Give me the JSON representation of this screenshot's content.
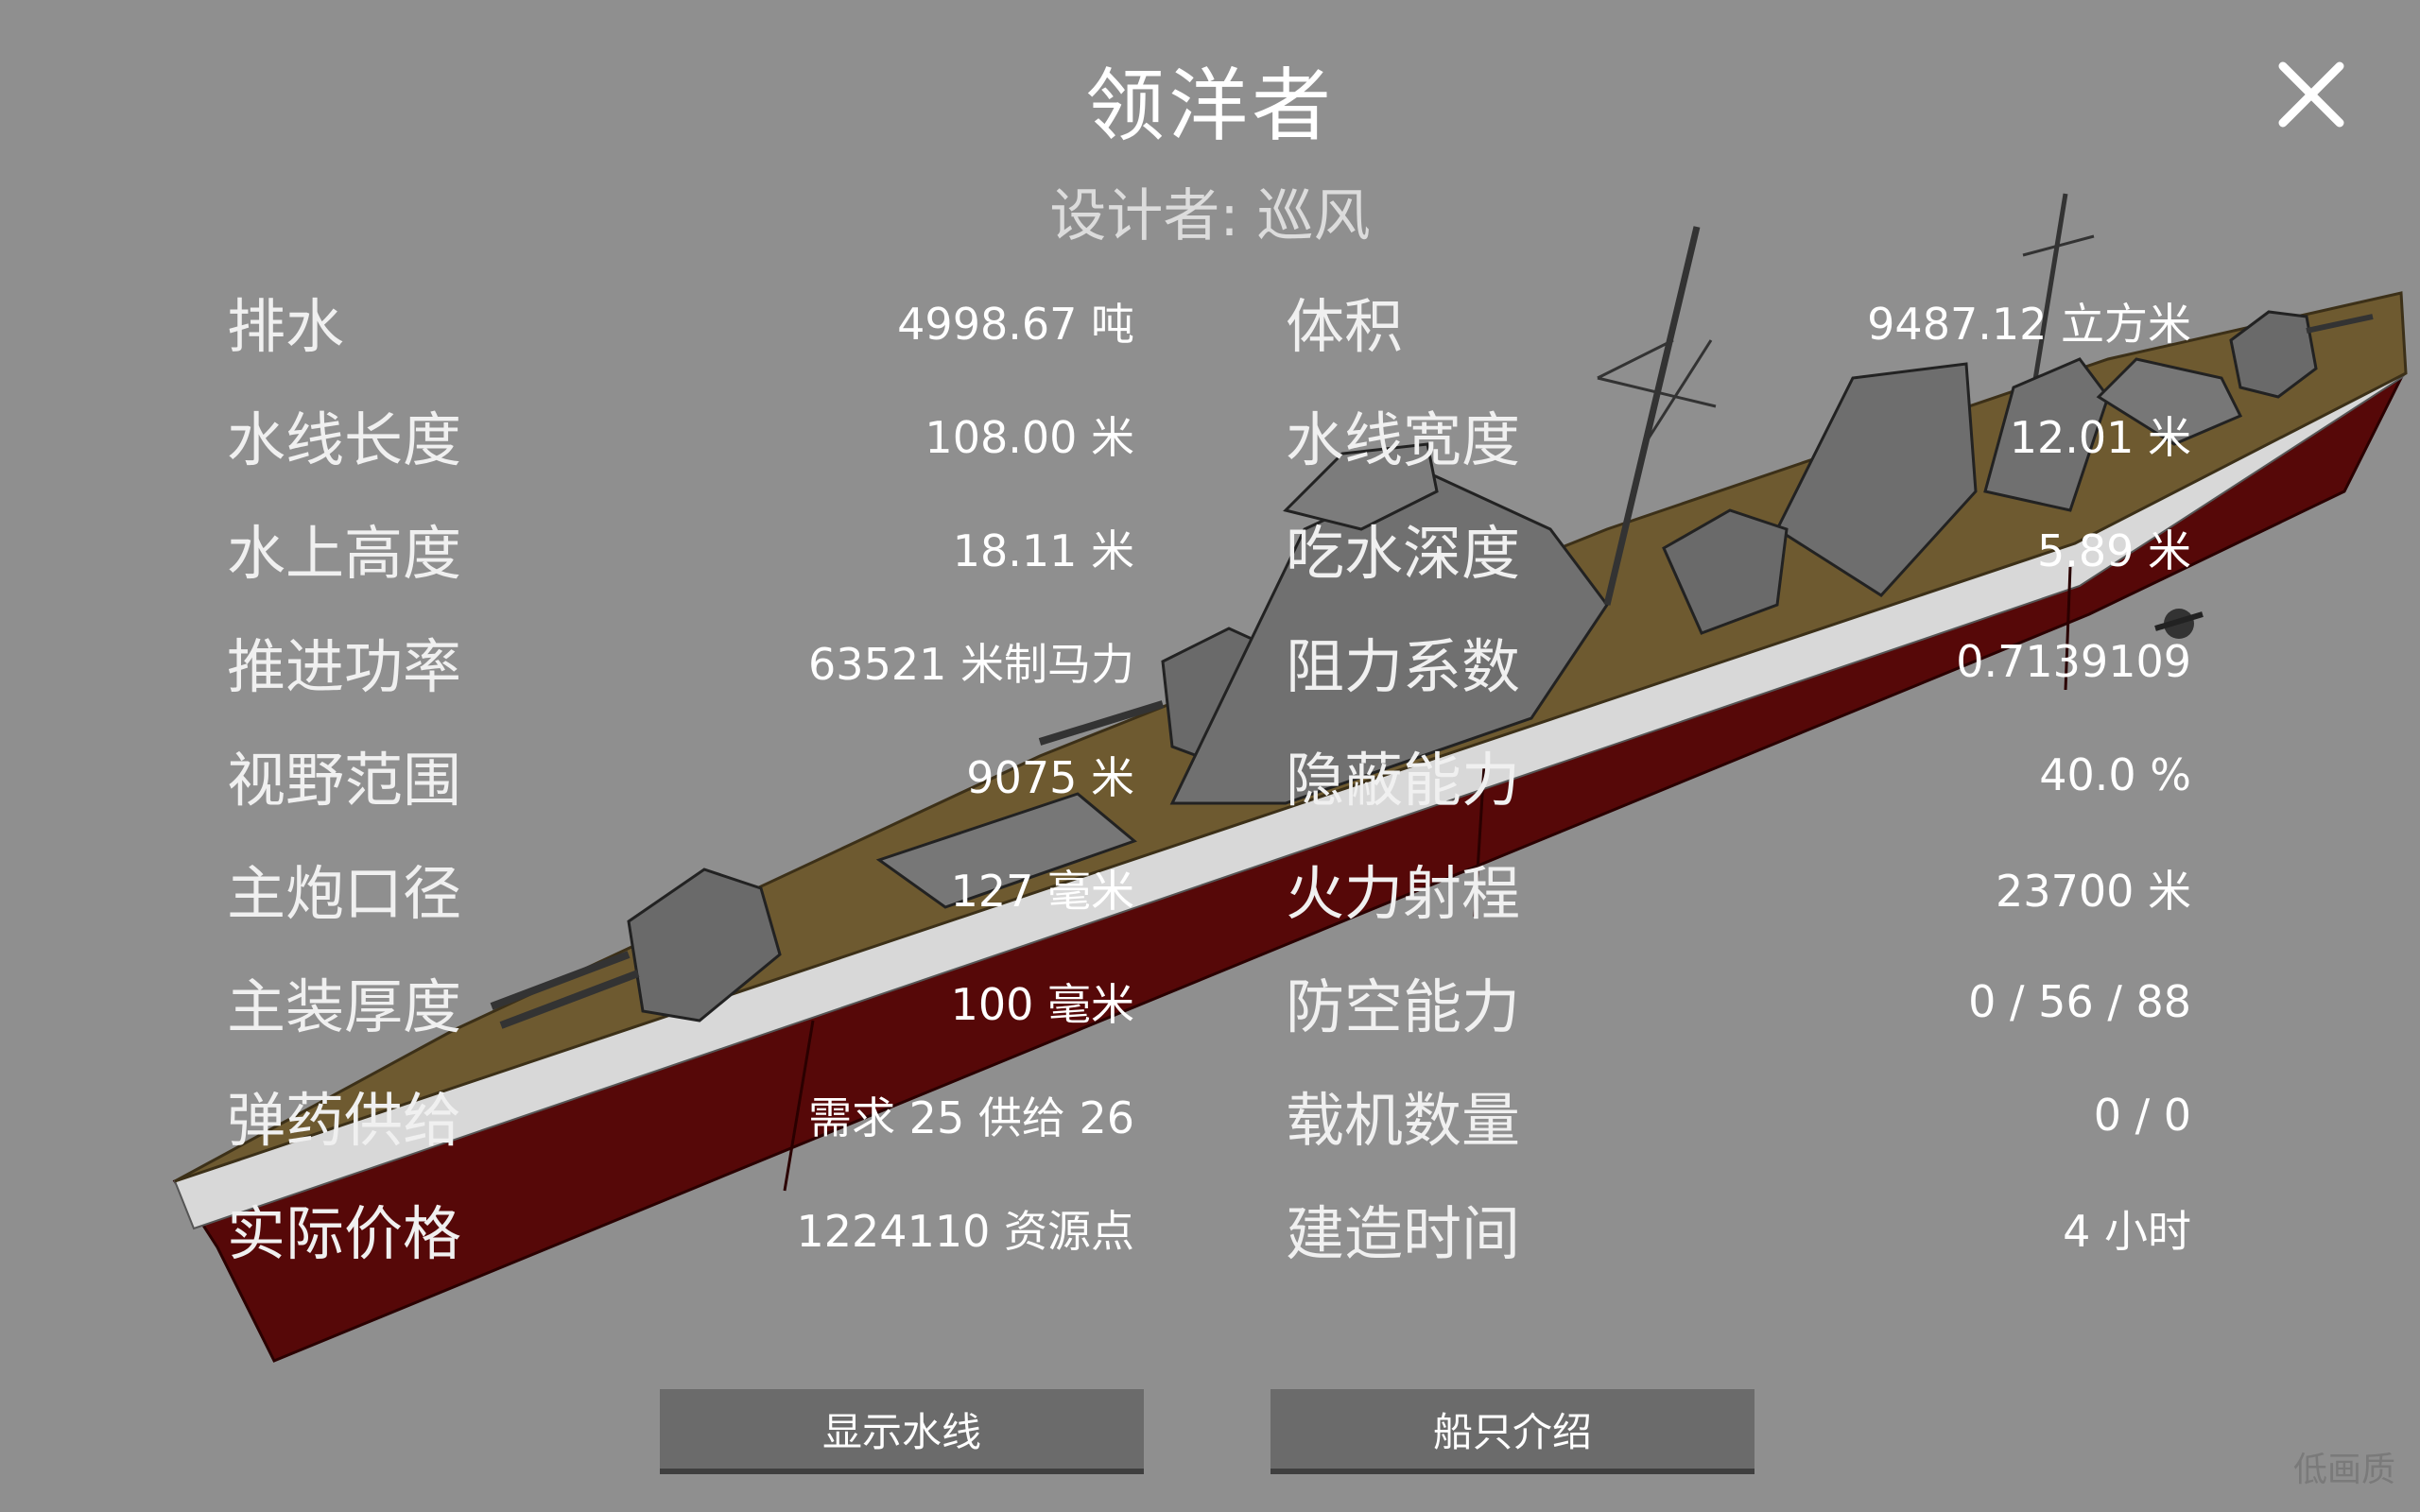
{
  "header": {
    "title": "领洋者",
    "designer": "设计者: 巡风"
  },
  "stats": {
    "left": [
      {
        "label": "排水",
        "value": "4998.67 吨"
      },
      {
        "label": "水线长度",
        "value": "108.00 米"
      },
      {
        "label": "水上高度",
        "value": "18.11 米"
      },
      {
        "label": "推进功率",
        "value": "63521 米制马力"
      },
      {
        "label": "视野范围",
        "value": "9075 米"
      },
      {
        "label": "主炮口径",
        "value": "127 毫米"
      },
      {
        "label": "主装厚度",
        "value": "100 毫米"
      },
      {
        "label": "弹药供给",
        "value": "需求 25 供给 26"
      },
      {
        "label": "实际价格",
        "value": "1224110 资源点"
      }
    ],
    "right": [
      {
        "label": "体积",
        "value": "9487.12 立方米"
      },
      {
        "label": "水线宽度",
        "value": "12.01 米"
      },
      {
        "label": "吃水深度",
        "value": "5.89 米"
      },
      {
        "label": "阻力系数",
        "value": "0.7139109"
      },
      {
        "label": "隐蔽能力",
        "value": "40.0 %"
      },
      {
        "label": "火力射程",
        "value": "23700 米"
      },
      {
        "label": "防空能力",
        "value": "0 / 56 / 88"
      },
      {
        "label": "载机数量",
        "value": "0 / 0"
      },
      {
        "label": "建造时间",
        "value": "4 小时"
      }
    ]
  },
  "buttons": {
    "show_waterline": "显示水线",
    "ship_intro": "船只介绍"
  },
  "watermark": "低画质",
  "icons": {
    "close": "close-icon"
  },
  "colors": {
    "background": "#8f8f8f",
    "hull_red": "#5a0a0a",
    "deck": "#6e5a30",
    "button": "#6b6b6b"
  }
}
